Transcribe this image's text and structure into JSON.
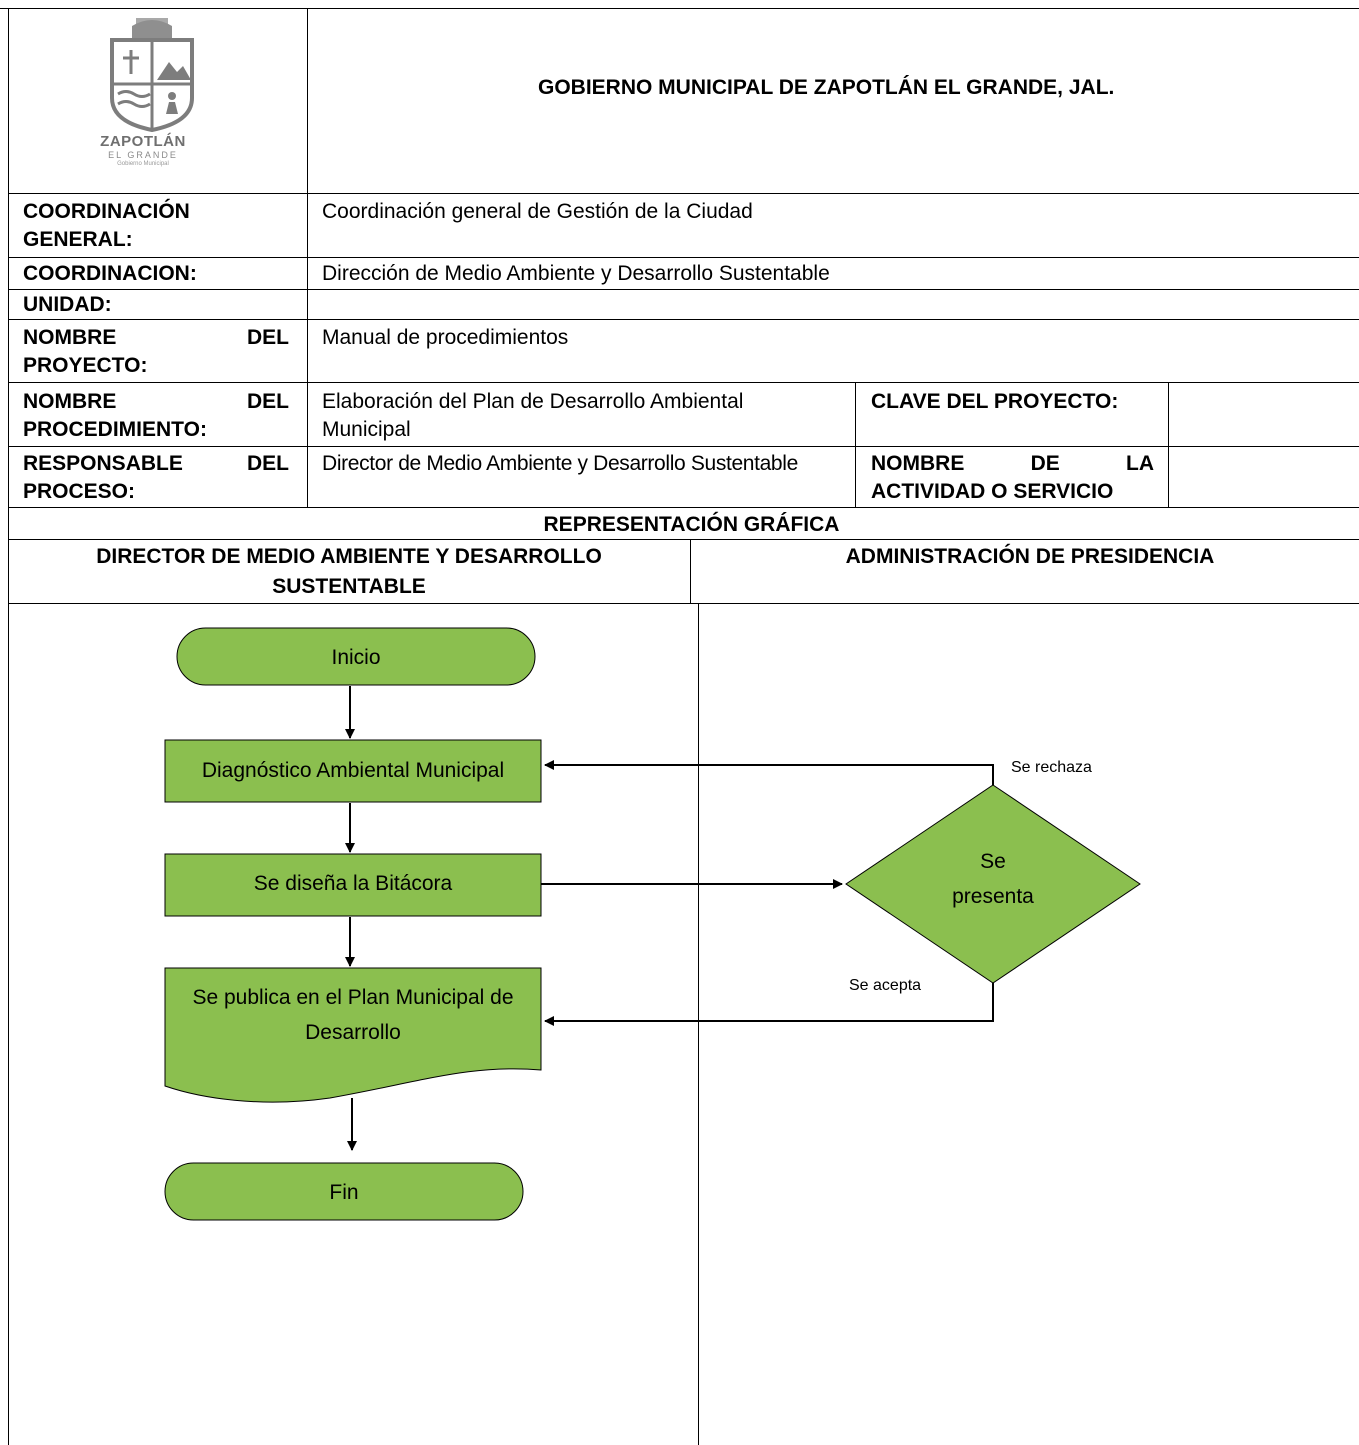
{
  "header": {
    "logo": {
      "icon": "coat-of-arms-icon",
      "name": "ZAPOTLÁN",
      "subname": "EL GRANDE",
      "tagline": "Gobierno Municipal"
    },
    "title": "GOBIERNO MUNICIPAL DE ZAPOTLÁN EL GRANDE, JAL."
  },
  "fields": {
    "coord_general": {
      "label_line1": "COORDINACIÓN",
      "label_line2": "GENERAL:",
      "value": "Coordinación general de Gestión de la Ciudad"
    },
    "coordinacion": {
      "label": "COORDINACION:",
      "value": "Dirección de Medio Ambiente y Desarrollo Sustentable"
    },
    "unidad": {
      "label": "UNIDAD:",
      "value": ""
    },
    "proyecto": {
      "label_w1": "NOMBRE",
      "label_w2": "DEL",
      "label_line2": "PROYECTO:",
      "value": "Manual de procedimientos"
    },
    "procedimiento": {
      "label_w1": "NOMBRE",
      "label_w2": "DEL",
      "label_line2": "PROCEDIMIENTO:",
      "value_line1": "Elaboración del Plan de Desarrollo Ambiental",
      "value_line2": "Municipal",
      "clave_label": "CLAVE DEL PROYECTO:",
      "clave_value": ""
    },
    "responsable": {
      "label_w1": "RESPONSABLE",
      "label_w2": "DEL",
      "label_line2": "PROCESO:",
      "value": "Director de Medio Ambiente y Desarrollo Sustentable",
      "actividad_w1": "NOMBRE",
      "actividad_w2": "DE",
      "actividad_w3": "LA",
      "actividad_line2": "ACTIVIDAD O SERVICIO",
      "actividad_value": ""
    }
  },
  "representacion": {
    "title": "REPRESENTACIÓN GRÁFICA",
    "lane_left_line1": "DIRECTOR DE MEDIO AMBIENTE Y DESARROLLO",
    "lane_left_line2": "SUSTENTABLE",
    "lane_right": "ADMINISTRACIÓN DE PRESIDENCIA"
  },
  "flowchart": {
    "fill_color": "#8bbf4f",
    "stroke_color": "#000000",
    "nodes": {
      "inicio": "Inicio",
      "diagnostico": "Diagnóstico Ambiental Municipal",
      "bitacora": "Se diseña la Bitácora",
      "publica_line1": "Se publica en el Plan Municipal de",
      "publica_line2": "Desarrollo",
      "fin": "Fin",
      "decision_line1": "Se",
      "decision_line2": "presenta"
    },
    "edges": {
      "rechaza": "Se rechaza",
      "acepta": "Se acepta"
    }
  }
}
